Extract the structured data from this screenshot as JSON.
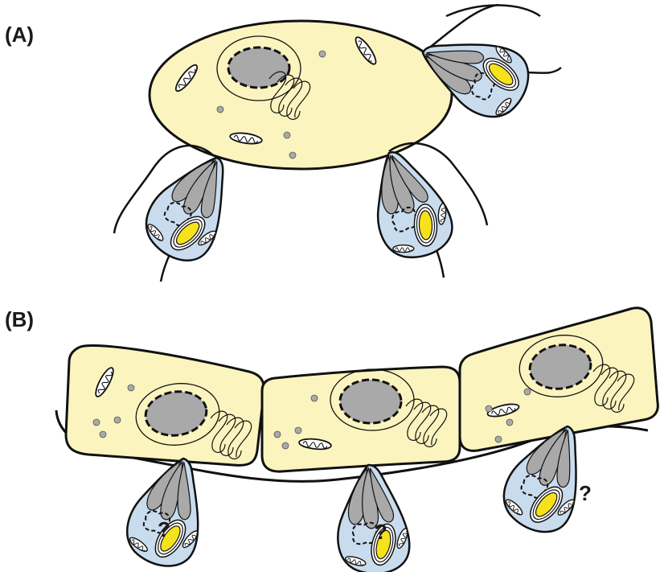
{
  "panels": {
    "a": {
      "label": "(A)"
    },
    "b": {
      "label": "(B)"
    }
  },
  "question_mark": "?",
  "colors": {
    "host_cell_fill": "#fbf4be",
    "parasite_fill": "#c9dcee",
    "rhoptry_fill": "#a9a9a9",
    "nucleus_fill": "#a9a9a9",
    "plastid_fill": "#f5e21a",
    "outline": "#111111"
  },
  "icons": [
    "host-cell",
    "apicomplexan-parasite",
    "nucleus",
    "golgi",
    "mitochondrion",
    "rhoptry",
    "plastid",
    "flagellum"
  ]
}
